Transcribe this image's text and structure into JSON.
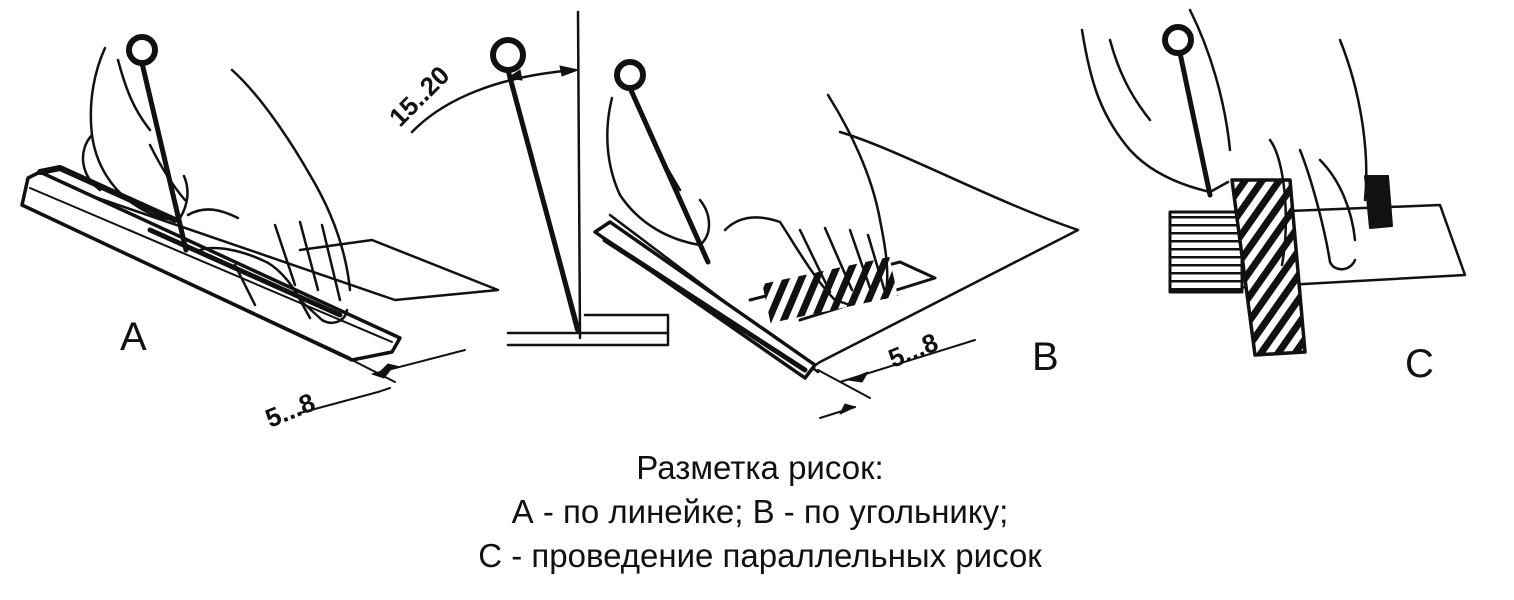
{
  "labels": {
    "a": "A",
    "b": "B",
    "c": "C"
  },
  "dimensions": {
    "angle": "15..20",
    "offset_a": "5...8",
    "offset_b": "5...8"
  },
  "caption": {
    "line1": "Разметка рисок:",
    "line2": "А - по линейке; В - по угольнику;",
    "line3": "С - проведение параллельных рисок"
  }
}
